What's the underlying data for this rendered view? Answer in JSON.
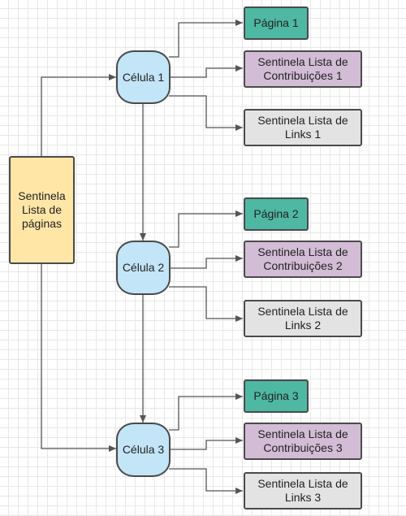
{
  "diagram": {
    "root": {
      "label": "Sentinela\nLista de\npáginas",
      "color": "#ffe6a7"
    },
    "cells": [
      {
        "label": "Célula 1",
        "children": [
          {
            "kind": "page",
            "label": "Página 1"
          },
          {
            "kind": "contrib",
            "label": "Sentinela Lista de\nContribuições 1"
          },
          {
            "kind": "links",
            "label": "Sentinela Lista de\nLinks 1"
          }
        ]
      },
      {
        "label": "Célula 2",
        "children": [
          {
            "kind": "page",
            "label": "Página 2"
          },
          {
            "kind": "contrib",
            "label": "Sentinela Lista de\nContribuições 2"
          },
          {
            "kind": "links",
            "label": "Sentinela Lista de\nLinks 2"
          }
        ]
      },
      {
        "label": "Célula 3",
        "children": [
          {
            "kind": "page",
            "label": "Página 3"
          },
          {
            "kind": "contrib",
            "label": "Sentinela Lista de\nContribuições 3"
          },
          {
            "kind": "links",
            "label": "Sentinela Lista de\nLinks 3"
          }
        ]
      }
    ],
    "colors": {
      "cell": "#c2e5f7",
      "page": "#4eb8a3",
      "contrib": "#d3bcd6",
      "links": "#e3e3e3",
      "stroke": "#4a4a4a",
      "connector": "#555555"
    }
  }
}
